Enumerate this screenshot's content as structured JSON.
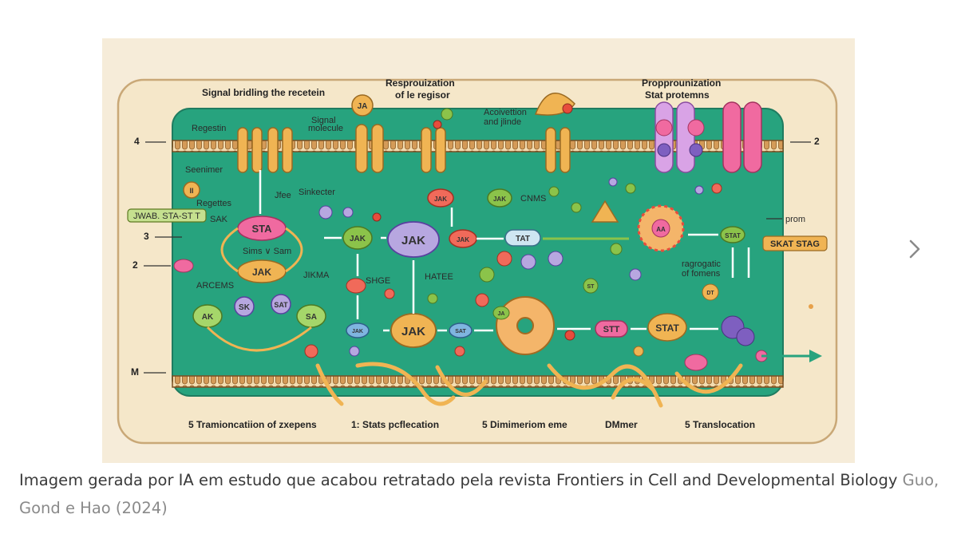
{
  "figure": {
    "labels": {
      "top_left": "Signal bridling the recetein",
      "top_center_1": "Resprouization",
      "top_center_2": "of le regisor",
      "top_right_1": "Propprounization",
      "top_right_2": "Stat protemns",
      "regestin": "Regestin",
      "signal_1": "Signal",
      "signal_2": "molecule",
      "activation_1": "Acoivettion",
      "activation_2": "and jlinde",
      "seenimer": "Seenimer",
      "regettes": "Regettes",
      "jfee": "Jfee",
      "sinkecter": "Sinkecter",
      "jwab": "JWAB. STA-ST T",
      "sak": "SAK",
      "sims": "Sims ∨ Sam",
      "arcems": "ARCEMS",
      "jikma": "JIKMA",
      "shge": "SHGE",
      "hatee": "HATEE",
      "cnms": "CNMS",
      "prom": "prom",
      "skat": "SKAT STAG",
      "ragrogatic_1": "ragrogatic",
      "ragrogatic_2": "of fomens",
      "side_4": "4",
      "side_2": "2",
      "side_3": "3",
      "side_m": "M",
      "side_right": "2",
      "bottom_1": "5  Tramioncatiion of zxepens",
      "bottom_2": "1: Stats pcflecation",
      "bottom_3": "5 Dimimeriom eme",
      "bottom_4": "DMmer",
      "bottom_5": "5 Translocation"
    },
    "molecules": {
      "ja_top": "JA",
      "sta": "STA",
      "jak_left": "JAK",
      "jak_mid_green": "JAK",
      "jak_big": "JAK",
      "jak_top_red": "JAK",
      "jak_top_green": "JAK",
      "jak_orange": "JAK",
      "tat": "TAT",
      "jak_lower_big": "JAK",
      "jak_small_blue": "JAK",
      "sat_blue": "SAT",
      "stt": "STT",
      "stat_right": "STAT",
      "stat_green": "STAT",
      "aa_circle": "AA",
      "sk": "SK",
      "sat_left": "SAT",
      "ak": "AK",
      "sa": "SA",
      "ja_small": "JA",
      "st_small": "ST",
      "dt": "DT",
      "ii": "II"
    }
  },
  "nav": {
    "next_label": "›"
  },
  "caption": {
    "text": "Imagem gerada por IA em estudo que acabou retratado pela revista Frontiers in Cell and Developmental Biology",
    "credit": "Guo, Gond e Hao (2024)"
  },
  "colors": {
    "membrane_green": "#27a37e",
    "membrane_bead": "#d8a05a",
    "receptor_orange": "#f0b453",
    "jak_purple": "#b7a7e0",
    "accent_pink": "#f06aa0"
  }
}
